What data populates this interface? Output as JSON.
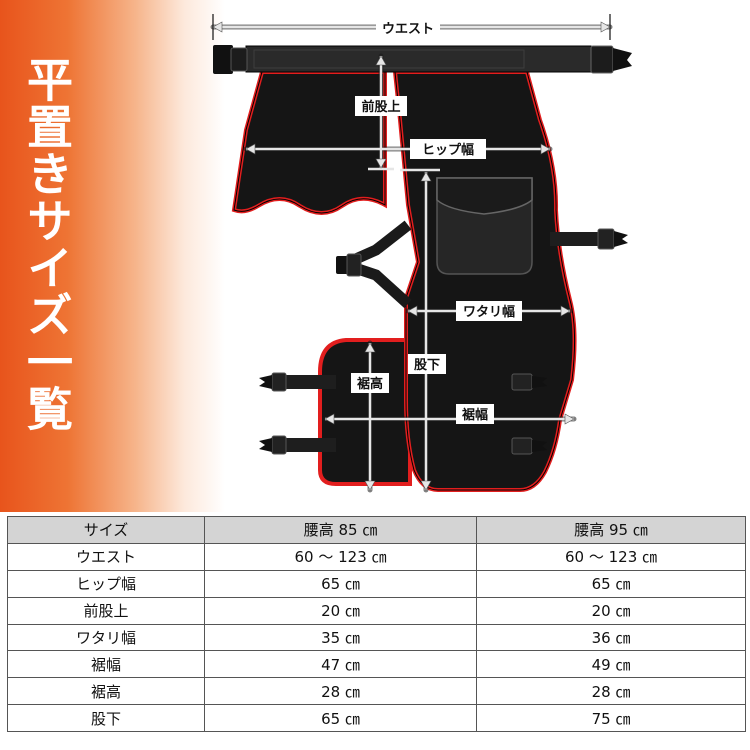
{
  "banner": {
    "title": "平置きサイズ一覧"
  },
  "diagram": {
    "labels": {
      "waist": "ウエスト",
      "front_rise": "前股上",
      "hip_width": "ヒップ幅",
      "thigh_width": "ワタリ幅",
      "inseam": "股下",
      "hem_height": "裾高",
      "hem_width": "裾幅"
    },
    "colors": {
      "fabric": "#151515",
      "trim": "#e21e1e",
      "outline": "#000000",
      "dimension": "#cfcfcf"
    }
  },
  "table": {
    "columns": [
      "サイズ",
      "腰高 85 ㎝",
      "腰高 95 ㎝"
    ],
    "rows": [
      [
        "ウエスト",
        "60 〜 123 ㎝",
        "60 〜 123 ㎝"
      ],
      [
        "ヒップ幅",
        "65 ㎝",
        "65 ㎝"
      ],
      [
        "前股上",
        "20 ㎝",
        "20 ㎝"
      ],
      [
        "ワタリ幅",
        "35 ㎝",
        "36 ㎝"
      ],
      [
        "裾幅",
        "47 ㎝",
        "49 ㎝"
      ],
      [
        "裾高",
        "28 ㎝",
        "28 ㎝"
      ],
      [
        "股下",
        "65 ㎝",
        "75 ㎝"
      ]
    ]
  }
}
